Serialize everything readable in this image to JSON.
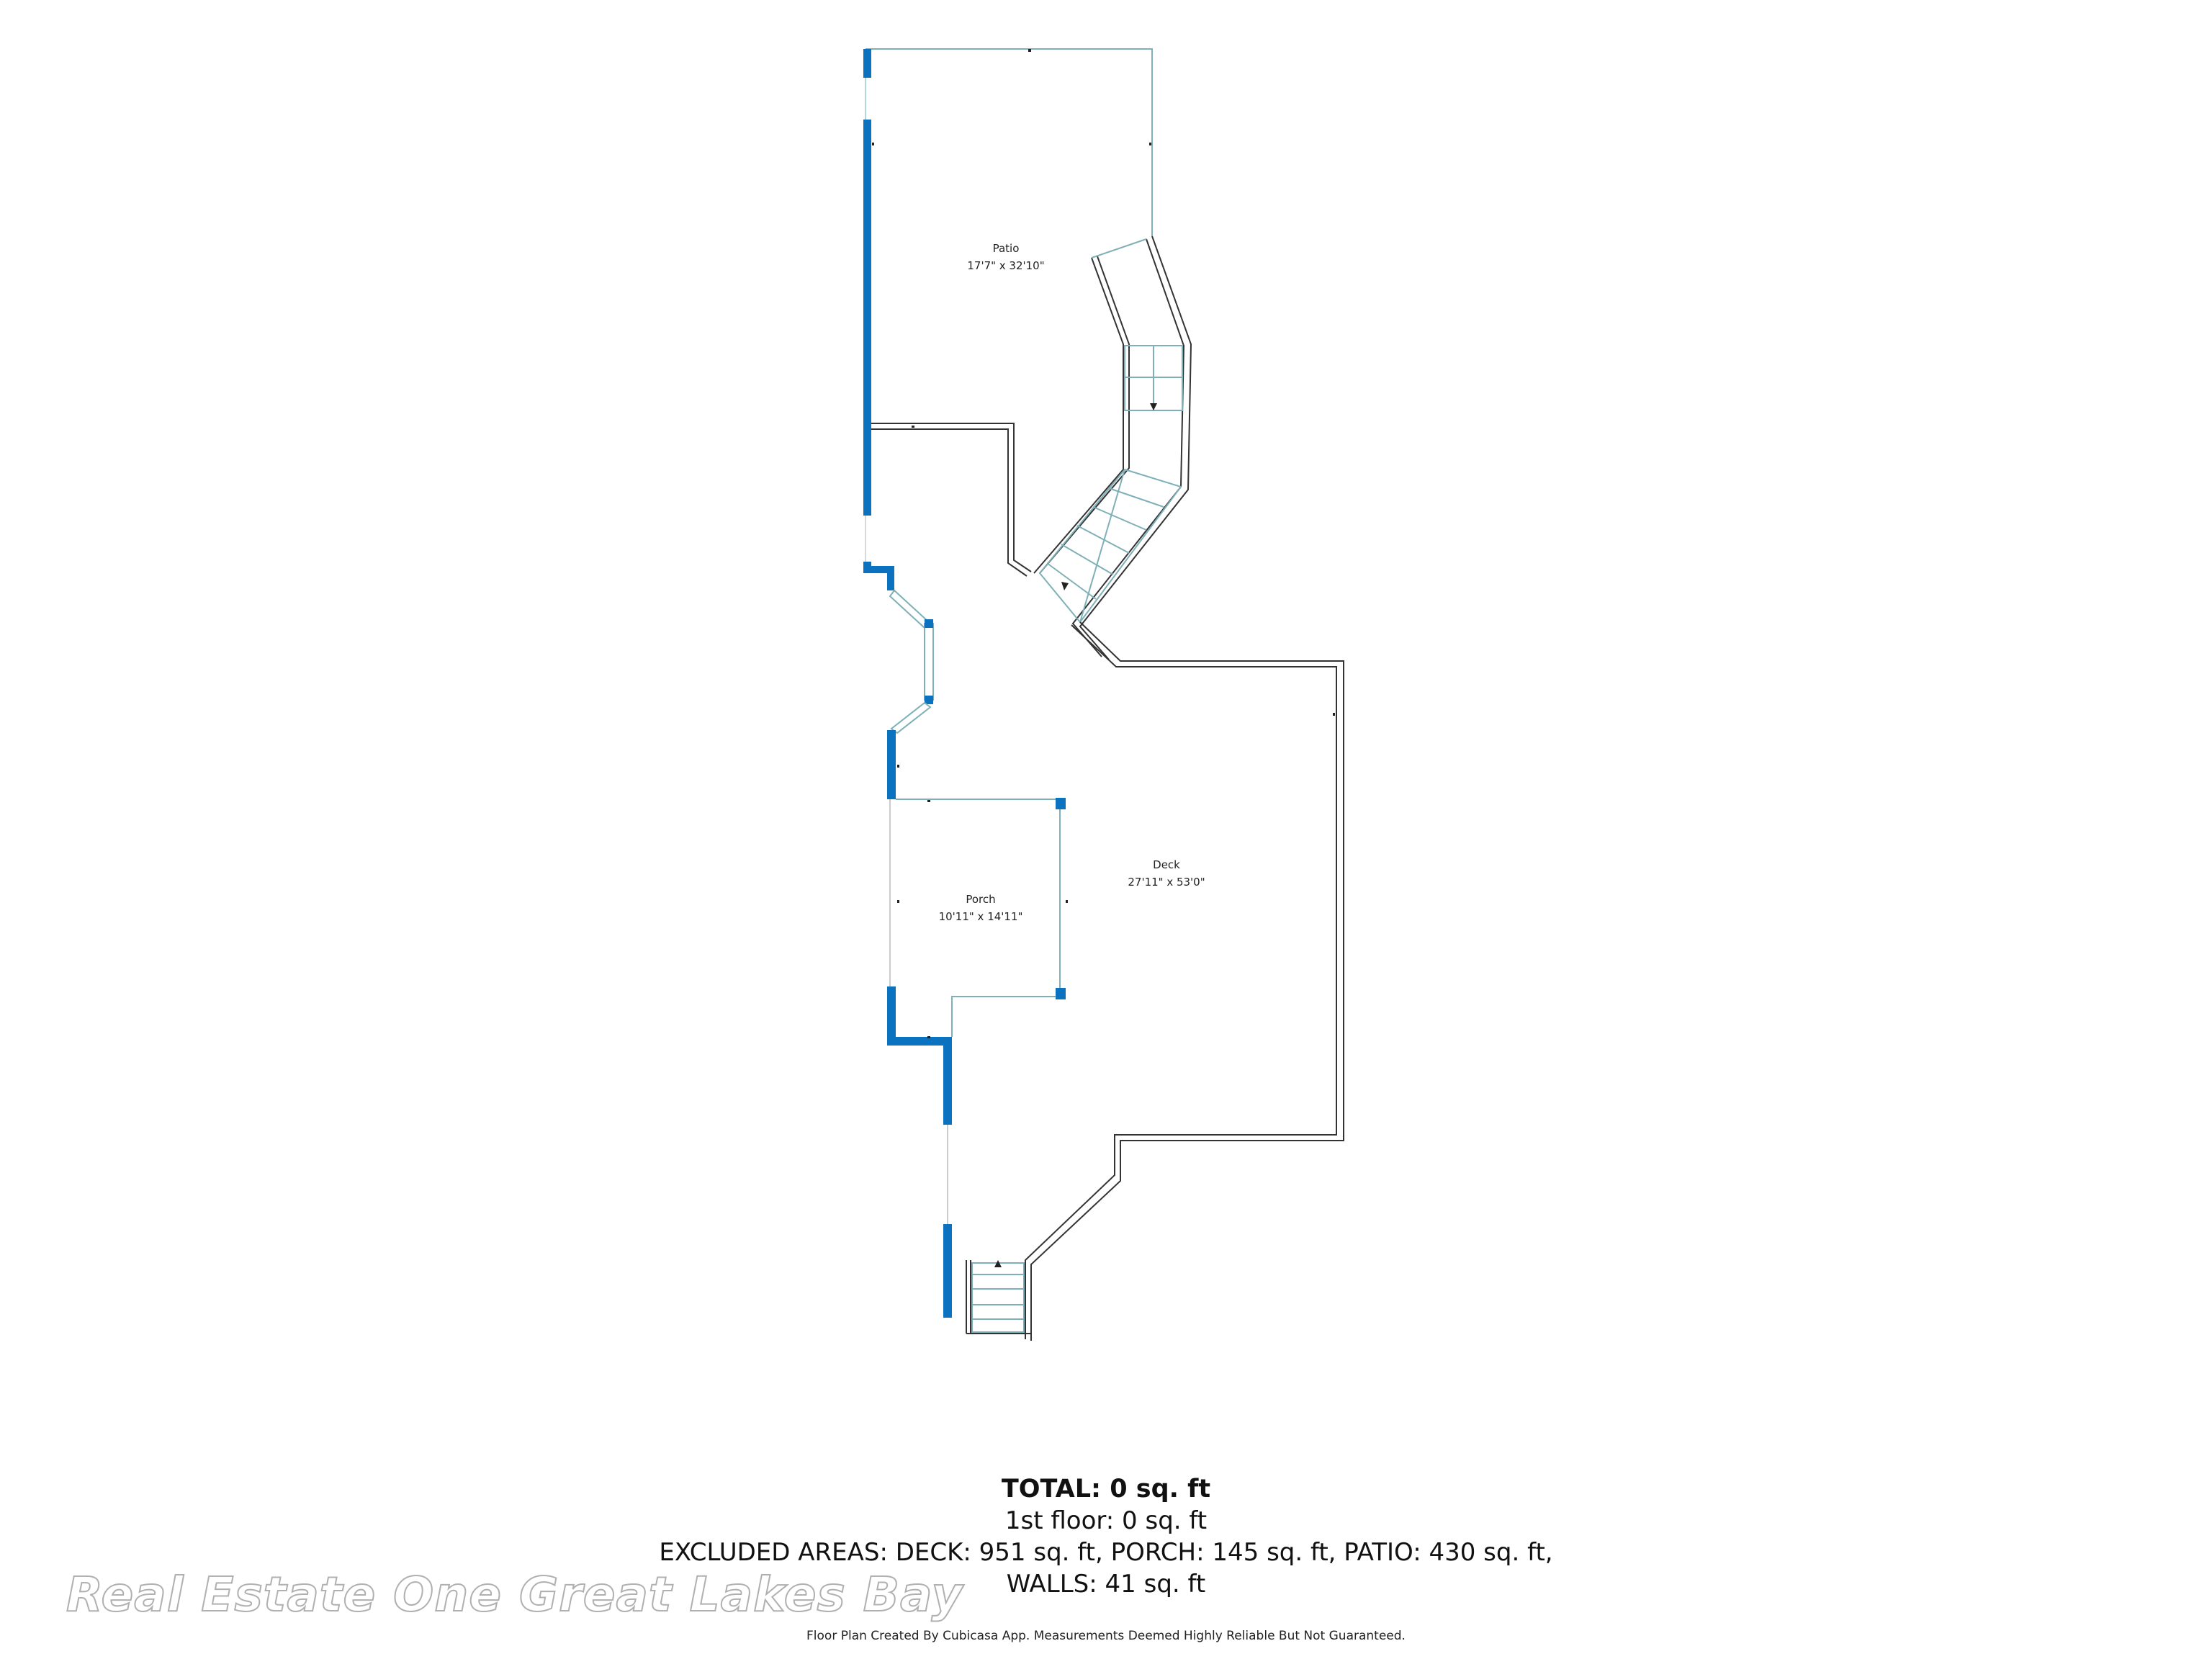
{
  "rooms": {
    "patio": {
      "name": "Patio",
      "dims": "17'7\" x 32'10\""
    },
    "porch": {
      "name": "Porch",
      "dims": "10'11\" x 14'11\""
    },
    "deck": {
      "name": "Deck",
      "dims": "27'11\" x 53'0\""
    }
  },
  "summary": {
    "total": "TOTAL: 0 sq. ft",
    "floor": "1st floor: 0 sq. ft",
    "excluded": "EXCLUDED AREAS: DECK: 951 sq. ft, PORCH: 145 sq. ft, PATIO: 430 sq. ft,",
    "walls": "WALLS: 41 sq. ft"
  },
  "disclaimer": "Floor Plan Created By Cubicasa App. Measurements Deemed Highly Reliable But Not Guaranteed.",
  "watermark": "Real Estate One Great Lakes Bay",
  "colors": {
    "wall": "#0a72be",
    "outline": "#333333",
    "thin_line": "#7fb0b8",
    "background": "#ffffff"
  }
}
